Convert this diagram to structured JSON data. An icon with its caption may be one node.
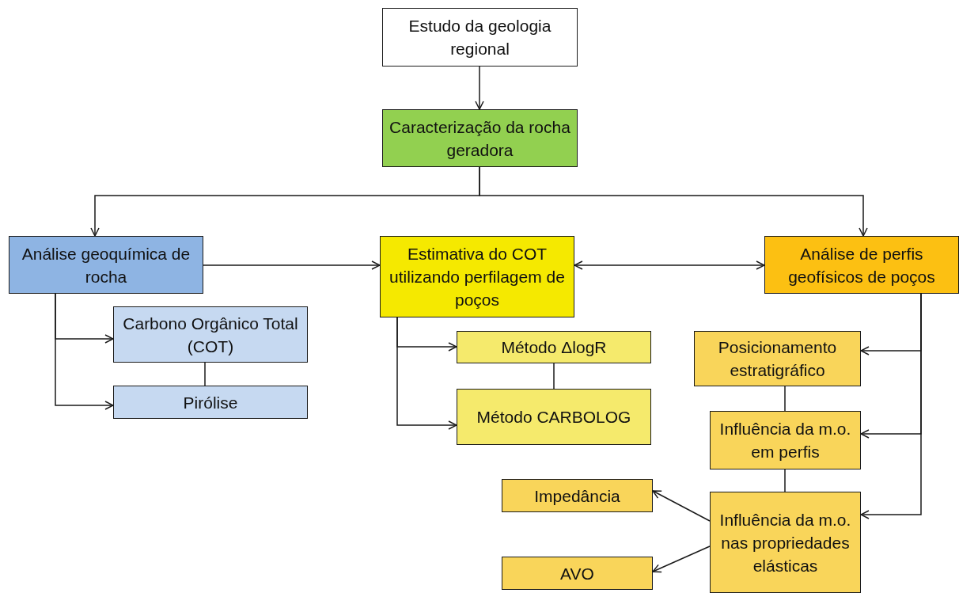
{
  "diagram": {
    "nodes": [
      {
        "text": [
          "Estudo da geologia regional"
        ]
      },
      {
        "text": [
          "Caracterização da rocha geradora"
        ]
      },
      {
        "text": [
          "Análise geoquímica de rocha"
        ]
      },
      {
        "text": [
          "Estimativa do COT utilizando perfilagem de poços"
        ]
      },
      {
        "text": [
          "Análise de perfis geofísicos de poços"
        ]
      },
      {
        "text": [
          "Carbono Orgânico Total (COT)"
        ]
      },
      {
        "text": [
          "Pirólise"
        ]
      },
      {
        "text": [
          "Método ΔlogR"
        ]
      },
      {
        "text": [
          "Método CARBOLOG"
        ]
      },
      {
        "text": [
          "Posicionamento estratigráfico"
        ]
      },
      {
        "text": [
          "Influência da m.o. em perfis"
        ]
      },
      {
        "text": [
          "Impedância"
        ]
      },
      {
        "text": [
          "Influência da m.o. nas propriedades elásticas"
        ]
      },
      {
        "text": [
          "AVO"
        ]
      }
    ],
    "edges": [
      {
        "from": 0,
        "to": 1,
        "arrow": "to"
      },
      {
        "from": 1,
        "to": 2,
        "arrow": "to"
      },
      {
        "from": 1,
        "to": 4,
        "arrow": "to"
      },
      {
        "from": 2,
        "to": 3,
        "arrow": "to"
      },
      {
        "from": 3,
        "to": 4,
        "arrow": "both"
      },
      {
        "from": 2,
        "to": 5,
        "arrow": "to"
      },
      {
        "from": 2,
        "to": 6,
        "arrow": "to"
      },
      {
        "from": 5,
        "to": 6,
        "arrow": "none"
      },
      {
        "from": 3,
        "to": 7,
        "arrow": "to"
      },
      {
        "from": 3,
        "to": 8,
        "arrow": "to"
      },
      {
        "from": 7,
        "to": 8,
        "arrow": "none"
      },
      {
        "from": 4,
        "to": 9,
        "arrow": "to"
      },
      {
        "from": 4,
        "to": 10,
        "arrow": "to"
      },
      {
        "from": 4,
        "to": 12,
        "arrow": "to"
      },
      {
        "from": 9,
        "to": 10,
        "arrow": "none"
      },
      {
        "from": 10,
        "to": 12,
        "arrow": "none"
      },
      {
        "from": 12,
        "to": 11,
        "arrow": "to"
      },
      {
        "from": 12,
        "to": 13,
        "arrow": "to"
      }
    ]
  }
}
